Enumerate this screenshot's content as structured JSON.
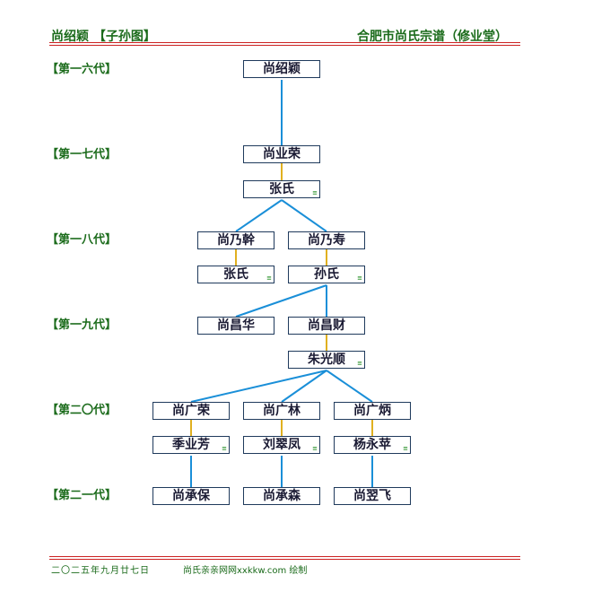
{
  "header": {
    "left": "尚绍颖 【子孙图】",
    "right": "合肥市尚氏宗谱（修业堂）"
  },
  "generations": [
    "【第一六代】",
    "【第一七代】",
    "【第一八代】",
    "【第一九代】",
    "【第二〇代】",
    "【第二一代】"
  ],
  "people": {
    "p1": "尚绍颖",
    "p2": "尚业荣",
    "s2": "张氏",
    "p3a": "尚乃幹",
    "s3a": "张氏",
    "p3b": "尚乃寿",
    "s3b": "孙氏",
    "p4a": "尚昌华",
    "p4b": "尚昌财",
    "s4b": "朱光顺",
    "p5a": "尚广荣",
    "s5a": "季业芳",
    "p5b": "尚广林",
    "s5b": "刘翠凤",
    "p5c": "尚广炳",
    "s5c": "杨永苹",
    "p6a": "尚承保",
    "p6b": "尚承森",
    "p6c": "尚翌飞"
  },
  "spouse_mark": "≡",
  "footer": {
    "date": "二〇二五年九月廿七日",
    "credit": "尚氏亲亲网网xxkkw.com 绘制"
  },
  "colors": {
    "header_green": "#1b6b1b",
    "rule_red": "#cc2222",
    "line_blue": "#1a8fd8",
    "line_gold": "#e0b020",
    "box_border": "#1f3a5c"
  }
}
